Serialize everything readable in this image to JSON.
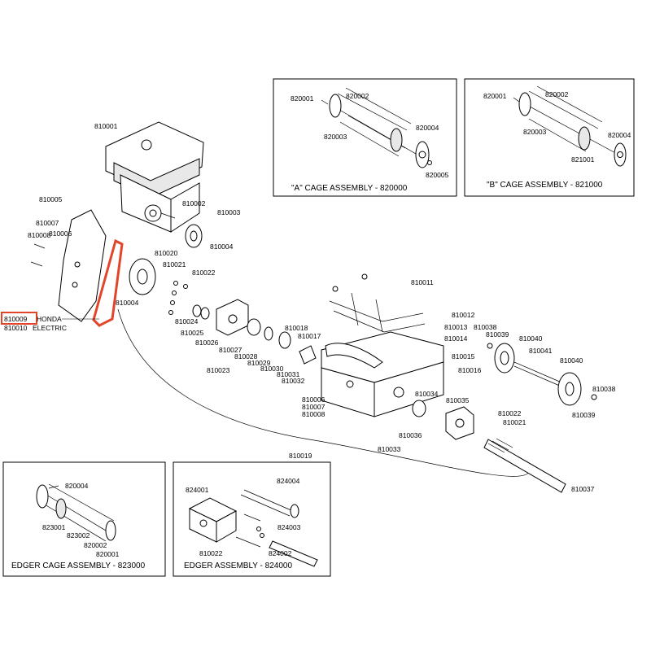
{
  "colors": {
    "highlight": "#e3452a",
    "ink": "#000000",
    "background": "#ffffff"
  },
  "panels": {
    "cage_a": {
      "title": "\"A\" CAGE ASSEMBLY - 820000",
      "parts": [
        "820001",
        "820002",
        "820003",
        "820004",
        "820005"
      ]
    },
    "cage_b": {
      "title": "\"B\" CAGE ASSEMBLY - 821000",
      "parts": [
        "820001",
        "820002",
        "820003",
        "820004",
        "821001"
      ]
    },
    "edger_cage": {
      "title": "EDGER CAGE ASSEMBLY - 823000",
      "parts": [
        "820004",
        "823001",
        "823002",
        "820002",
        "820001"
      ]
    },
    "edger": {
      "title": "EDGER ASSEMBLY - 824000",
      "parts": [
        "824001",
        "824004",
        "824003",
        "824002",
        "810022"
      ]
    }
  },
  "main": {
    "selected_part": "810009",
    "notes": {
      "honda": "HONDA",
      "electric": "ELECTRIC"
    },
    "parts": {
      "p810001": "810001",
      "p810002": "810002",
      "p810003": "810003",
      "p810004a": "810004",
      "p810004b": "810004",
      "p810005": "810005",
      "p810006": "810006",
      "p810007a": "810007",
      "p810007b": "810007",
      "p810008a": "810008",
      "p810008b": "810008",
      "p810010": "810010",
      "p810011": "810011",
      "p810012": "810012",
      "p810013": "810013",
      "p810014": "810014",
      "p810015": "810015",
      "p810016": "810016",
      "p810017": "810017",
      "p810018": "810018",
      "p810019": "810019",
      "p810020": "810020",
      "p810021a": "810021",
      "p810021b": "810021",
      "p810022a": "810022",
      "p810022b": "810022",
      "p810023": "810023",
      "p810024": "810024",
      "p810025": "810025",
      "p810026": "810026",
      "p810027": "810027",
      "p810028": "810028",
      "p810029": "810029",
      "p810030": "810030",
      "p810031": "810031",
      "p810032": "810032",
      "p810033": "810033",
      "p810034": "810034",
      "p810035": "810035",
      "p810036": "810036",
      "p810037": "810037",
      "p810038a": "810038",
      "p810038b": "810038",
      "p810039a": "810039",
      "p810039b": "810039",
      "p810040a": "810040",
      "p810040b": "810040",
      "p810041": "810041",
      "p810006b": "810006"
    }
  }
}
